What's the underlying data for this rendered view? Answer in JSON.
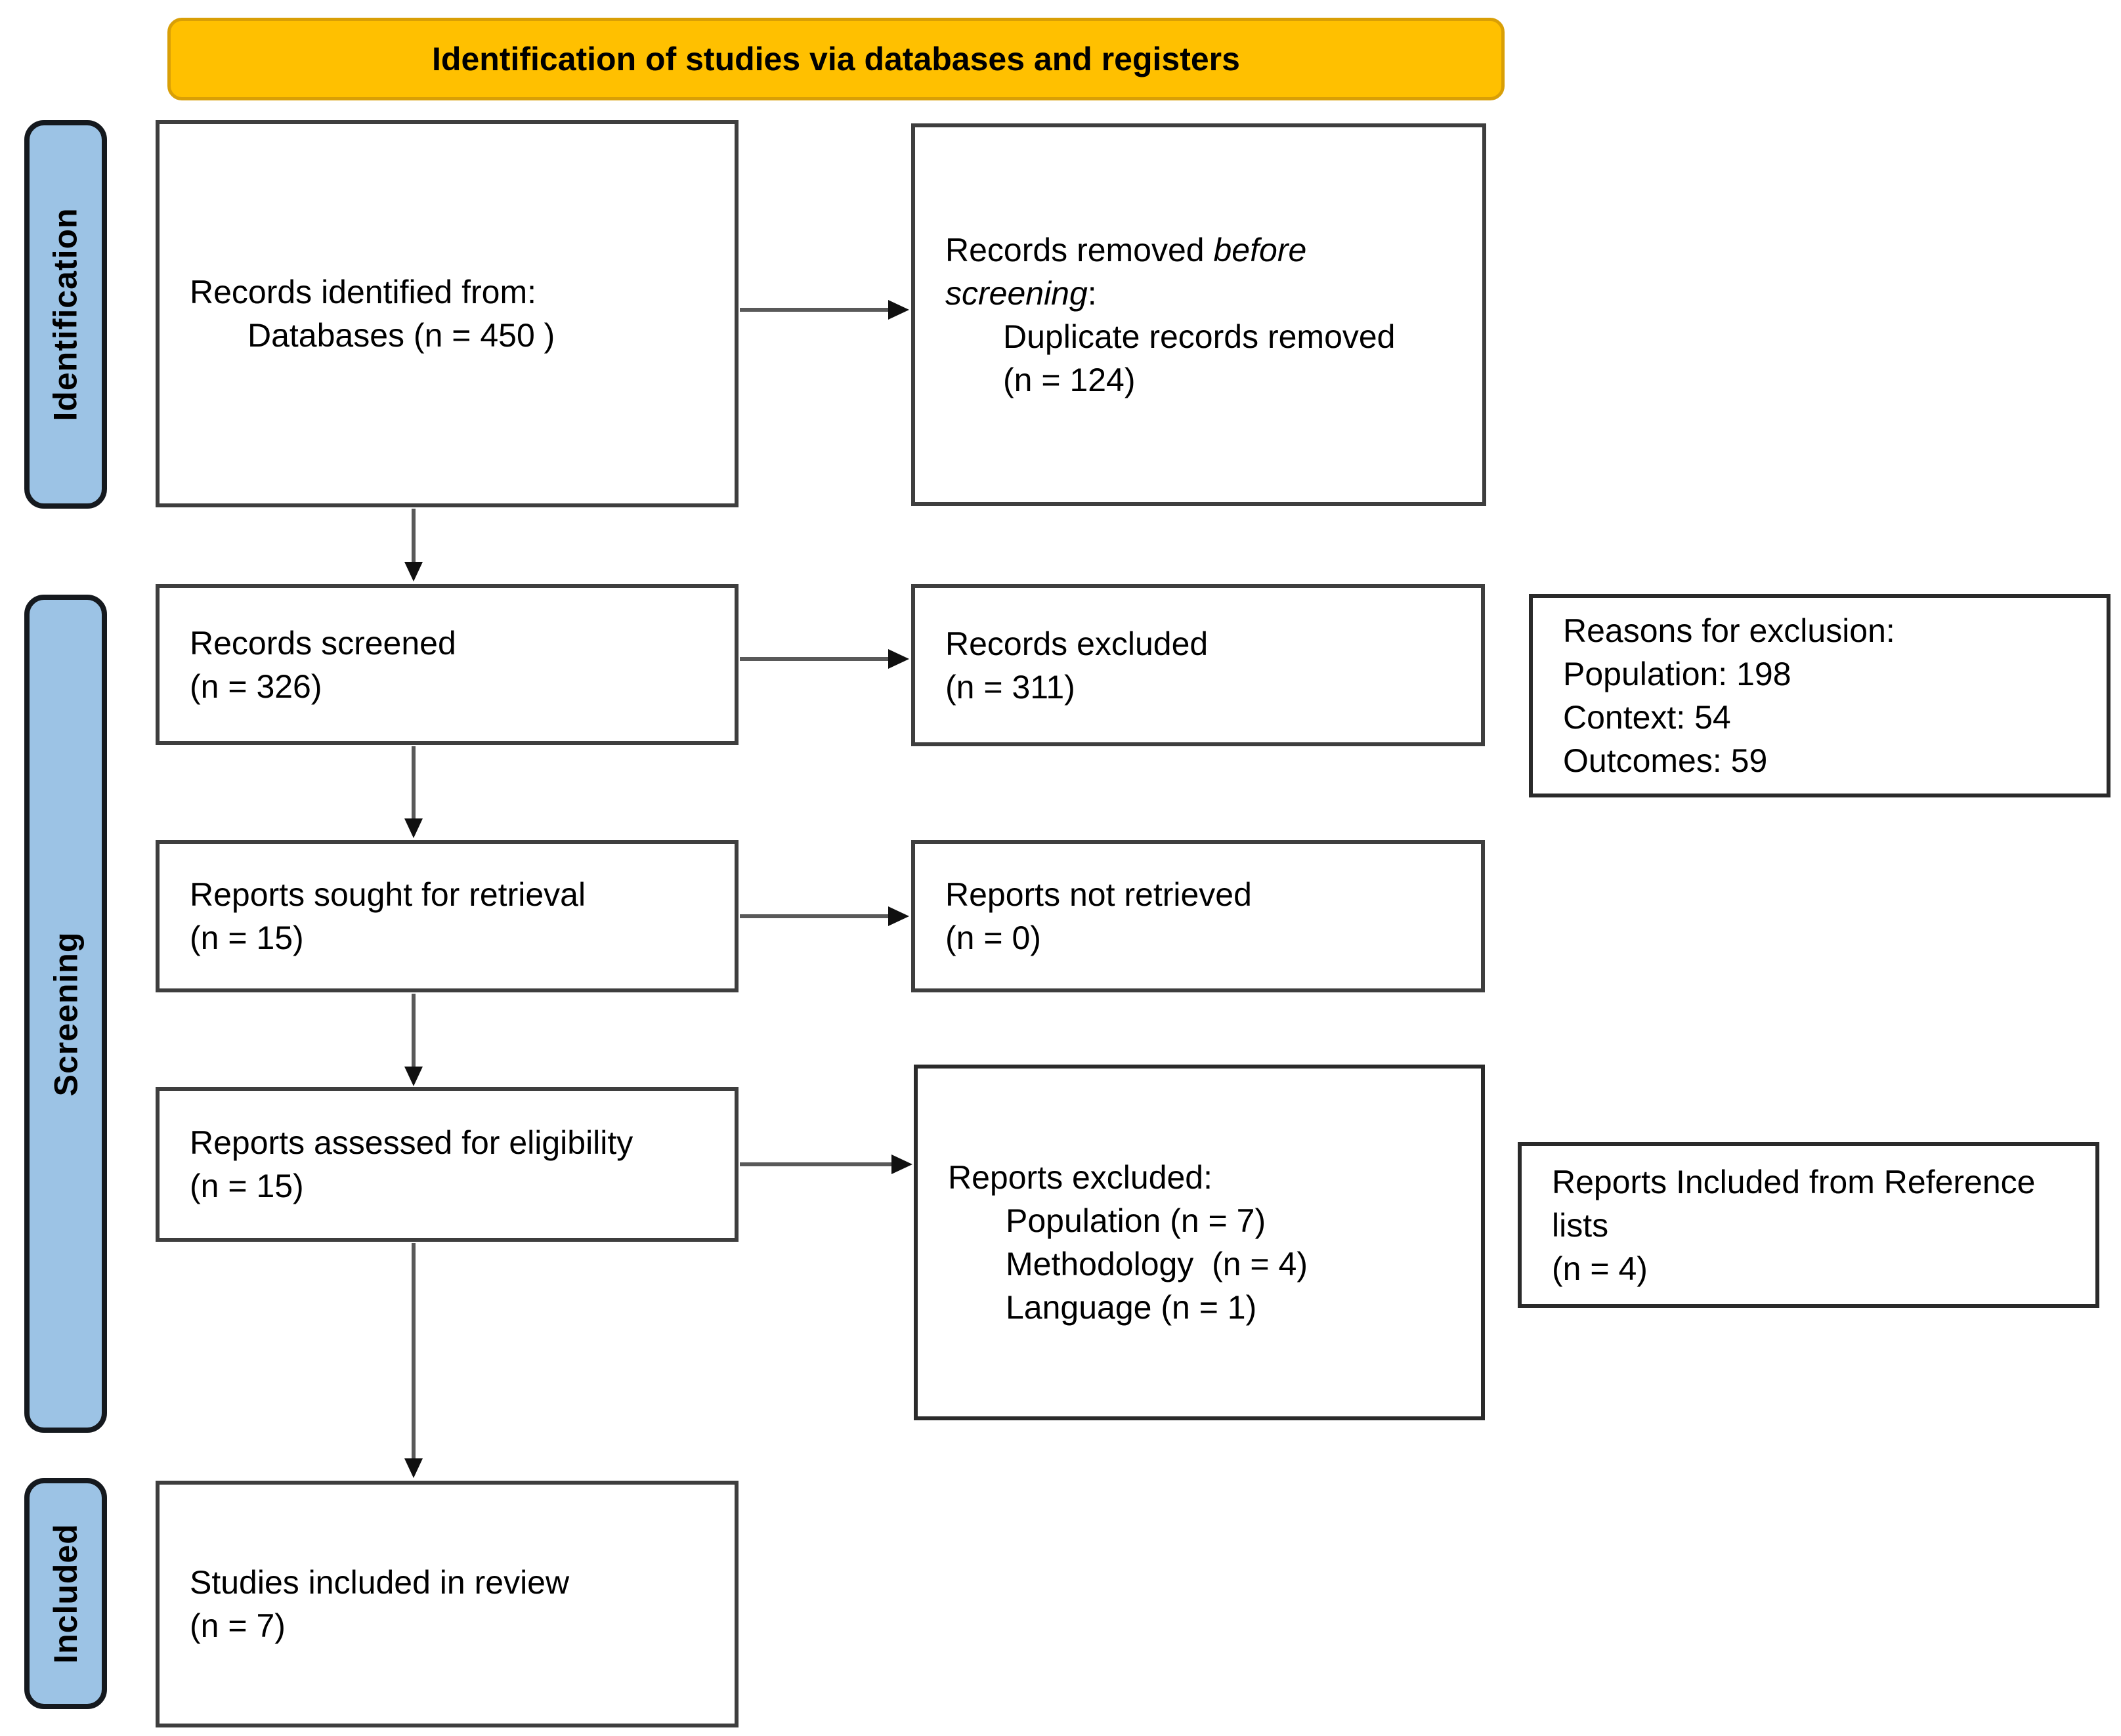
{
  "banner": {
    "title": "Identification of studies via databases and registers"
  },
  "sidebar": {
    "identification": "Identification",
    "screening": "Screening",
    "included": "Included"
  },
  "flow": {
    "records_identified": {
      "line1": "Records identified from:",
      "line2": "Databases (n = 450 )"
    },
    "records_removed": {
      "pre": "Records removed ",
      "italic": "before screening",
      "post": ":",
      "detail1": "Duplicate records removed",
      "detail2": "(n = 124)"
    },
    "records_screened": {
      "line1": "Records screened",
      "line2": "(n = 326)"
    },
    "records_excluded": {
      "line1": "Records excluded",
      "line2": "(n = 311)"
    },
    "reasons_for_exclusion": {
      "line1": "Reasons for exclusion:",
      "line2": "Population: 198",
      "line3": "Context: 54",
      "line4": "Outcomes: 59"
    },
    "reports_sought": {
      "line1": "Reports sought for retrieval",
      "line2": "(n = 15)"
    },
    "reports_not_retrieved": {
      "line1": "Reports not retrieved",
      "line2": "(n = 0)"
    },
    "reports_assessed": {
      "line1": "Reports assessed for eligibility",
      "line2": "(n = 15)"
    },
    "reports_excluded": {
      "line1": "Reports excluded:",
      "detail1": "Population (n = 7)",
      "detail2": "Methodology  (n = 4)",
      "detail3": "Language (n = 1)"
    },
    "reports_included_refs": {
      "line1": "Reports Included from Reference lists",
      "line2": "(n = 4)"
    },
    "studies_included": {
      "line1": "Studies included in review",
      "line2": "(n = 7)"
    }
  },
  "colors": {
    "banner_fill": "#FFC000",
    "sidebar_fill": "#9CC3E5",
    "box_border": "#3e3e3e",
    "arrow_line": "#595959",
    "arrow_head": "#101010"
  }
}
